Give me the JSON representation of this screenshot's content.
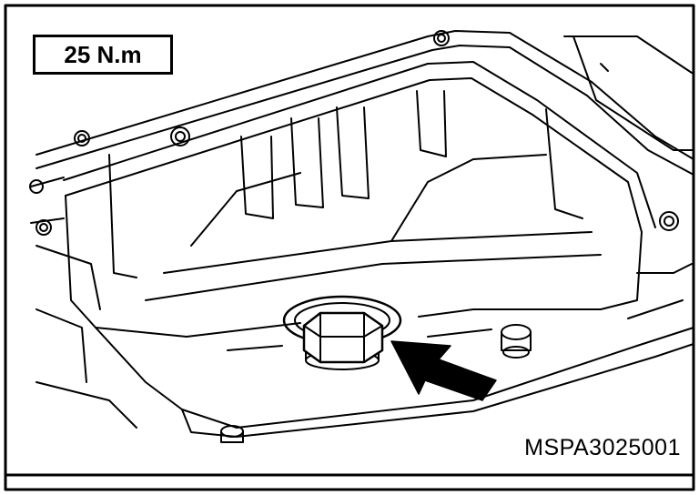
{
  "torque_label": "25 N.m",
  "figure_code": "MSPA3025001",
  "colors": {
    "line": "#000000",
    "background": "#ffffff"
  },
  "callout": {
    "icon": "arrow-icon",
    "target": "drain-plug"
  }
}
